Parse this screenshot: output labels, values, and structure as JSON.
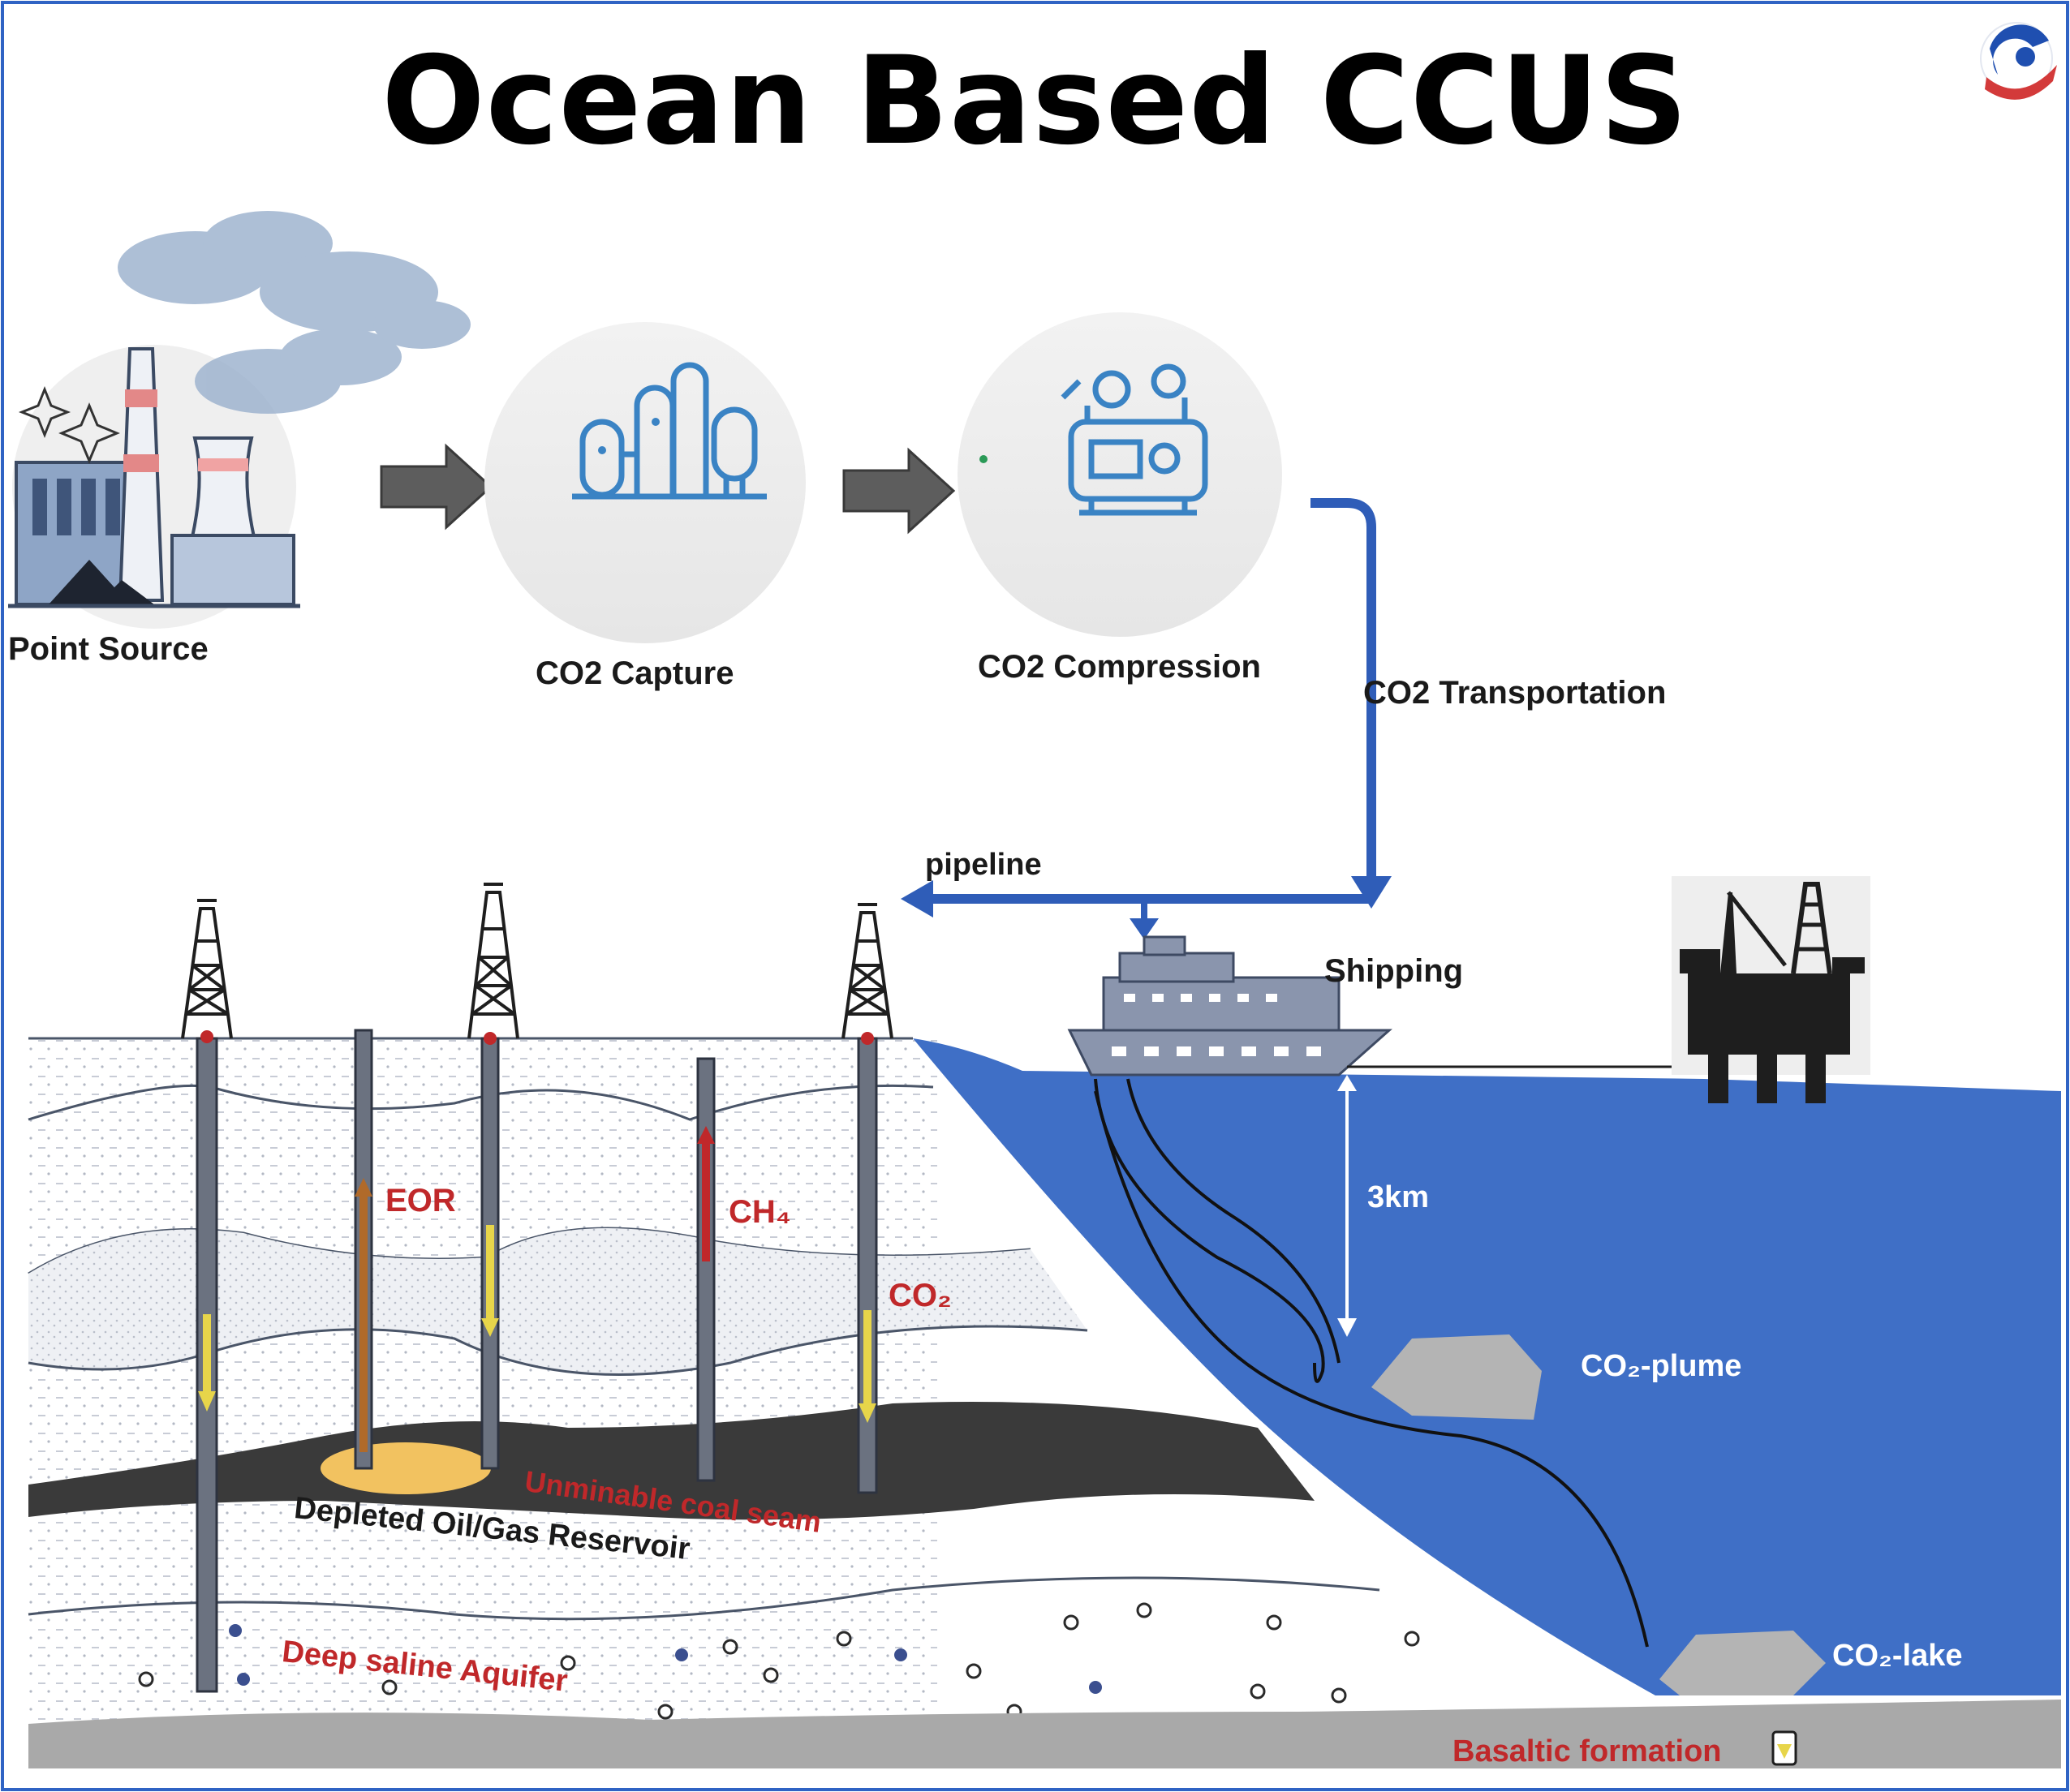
{
  "title": "Ocean Based CCUS",
  "stages": {
    "point_source": "Point Source",
    "capture": "CO2 Capture",
    "compression": "CO2 Compression",
    "transportation": "CO2 Transportation"
  },
  "transport": {
    "pipeline": "pipeline",
    "shipping": "Shipping"
  },
  "ocean": {
    "depth": "3km",
    "plume": "CO₂-plume",
    "lake": "CO₂-lake",
    "basalt": "Basaltic formation"
  },
  "geology": {
    "eor": "EOR",
    "ch4": "CH₄",
    "co2": "CO₂",
    "coal": "Unminable coal seam",
    "reservoir": "Depleted Oil/Gas Reservoir",
    "aquifer": "Deep saline Aquifer"
  },
  "colors": {
    "border": "#2f63c4",
    "ocean": "#3f6fc6",
    "pipe": "#2f5db8",
    "arrow_gray": "#5d5d5d",
    "label_red": "#c0282a",
    "coal": "#3a3a3a",
    "reservoir": "#f2c260",
    "bedrock": "#a9a9a9"
  }
}
